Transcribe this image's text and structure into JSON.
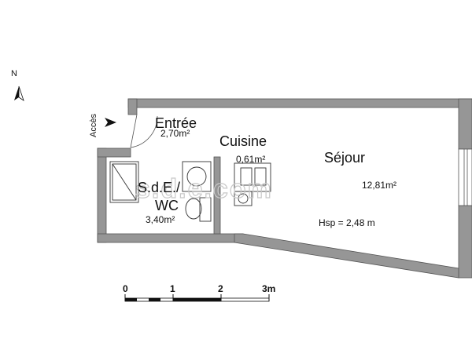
{
  "compass": {
    "letter": "N",
    "icon": "north-arrow-icon"
  },
  "access": {
    "label": "Accès",
    "icon": "arrow-right-icon"
  },
  "rooms": {
    "entree": {
      "name": "Entrée",
      "area": "2,70m²"
    },
    "cuisine": {
      "name": "Cuisine",
      "area": "0,61m²"
    },
    "sejour": {
      "name": "Séjour",
      "area": "12,81m²",
      "height": "Hsp = 2,48 m"
    },
    "sde": {
      "name_line1": "S.d.E./",
      "name_line2": "WC",
      "area": "3,40m²"
    }
  },
  "watermark": "s.d.e.com",
  "scale_bar": {
    "ticks": [
      "0",
      "1",
      "2",
      "3m"
    ]
  },
  "colors": {
    "wall": "#969696",
    "wall_outline": "#555555",
    "ink": "#111111"
  }
}
